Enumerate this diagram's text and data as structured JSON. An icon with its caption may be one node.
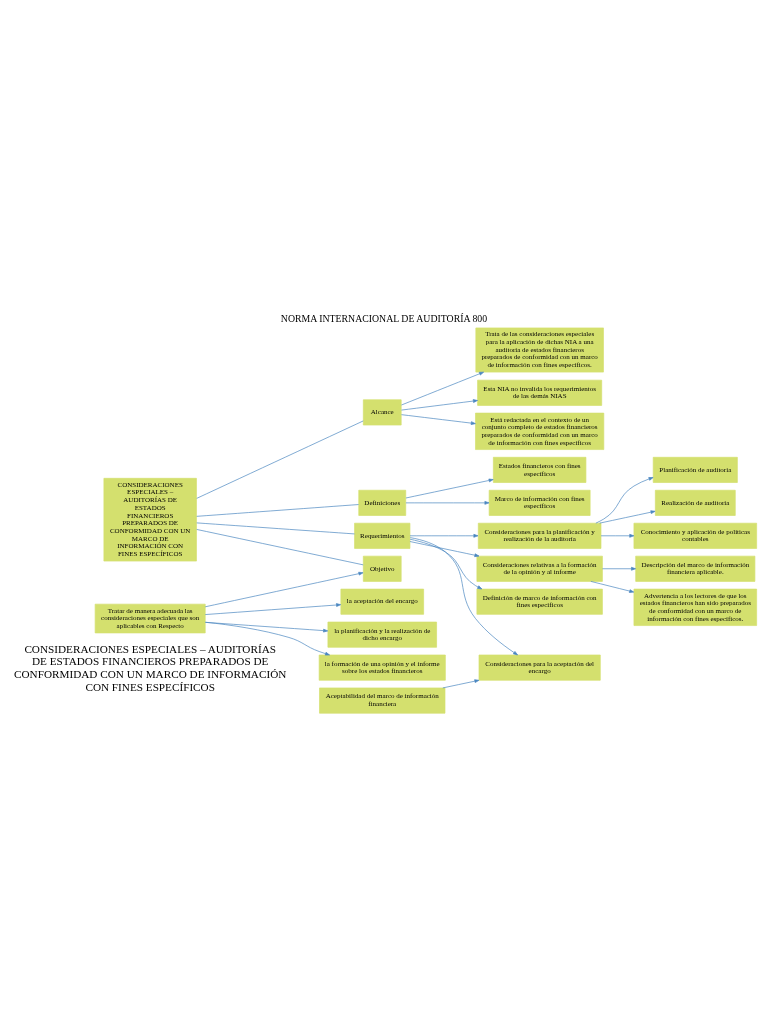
{
  "diagram": {
    "title": "NORMA INTERNACIONAL DE AUDITORÍA 800",
    "nodes": [
      {
        "text": [
          "CONSIDERACIONES ESPECIALES – AUDITORÍAS DE ESTADOS FINANCIEROS PREPARADOS DE CONFORMIDAD CON UN MARCO DE INFORMACIÓN CON FINES ESPECÍFICOS"
        ]
      },
      {
        "text": [
          "Alcance"
        ]
      },
      {
        "text": [
          "Trata de las consideraciones especiales para la aplicación de dichas NIA a una auditoría de estados financieros preparados de conformidad con un marco de información con fines específicos."
        ]
      },
      {
        "text": [
          "Esta NIA no invalida los requerimientos de las demás NIAS"
        ]
      },
      {
        "text": [
          "Está redactada en el contexto de un conjunto completo de estados financieros preparados de conformidad con un marco de información con fines específicos"
        ]
      },
      {
        "text": [
          "Objetivo"
        ]
      },
      {
        "text": [
          "Tratar de manera adecuada las consideraciones especiales que son aplicables con Respecto"
        ]
      },
      {
        "text": [
          "la aceptación del encargo"
        ]
      },
      {
        "text": [
          "la planificación y la realización de dicho encargo"
        ]
      },
      {
        "text": [
          "la formación de una opinión y el informe sobre los estados financieros"
        ]
      },
      {
        "text": [
          "Definiciones"
        ]
      },
      {
        "text": [
          "Estados financieros con fines específicos"
        ]
      },
      {
        "text": [
          "Marco de información con fines específicos"
        ]
      },
      {
        "text": [
          "Requerimientos"
        ]
      },
      {
        "text": [
          "Consideraciones para la aceptación del encargo"
        ]
      },
      {
        "text": [
          "Aceptabilidad del marco de información financiera"
        ]
      },
      {
        "text": [
          "Consideraciones para la planificación y realización de la auditoría"
        ]
      },
      {
        "text": [
          "Planificación de auditoría"
        ]
      },
      {
        "text": [
          "Realización de auditoría"
        ]
      },
      {
        "text": [
          "Conocimiento y aplicación de políticas contables"
        ]
      },
      {
        "text": [
          "Consideraciones relativas a la formación de la opinión y al informe"
        ]
      },
      {
        "text": [
          "Descripción del marco de información financiera aplicable."
        ]
      },
      {
        "text": [
          "Advertencia a los lectores de que los estados financieros han sido preparados de conformidad con un marco de información con fines específicos."
        ]
      },
      {
        "text": [
          "Definición de marco de información con fines específicos"
        ]
      }
    ],
    "edges": [
      {
        "from": 0,
        "to": 1,
        "arrow": "none"
      },
      {
        "from": 0,
        "to": 5,
        "arrow": "none"
      },
      {
        "from": 0,
        "to": 10,
        "arrow": "none"
      },
      {
        "from": 0,
        "to": 13,
        "arrow": "none"
      },
      {
        "from": 1,
        "to": 2,
        "arrow": "to"
      },
      {
        "from": 1,
        "to": 3,
        "arrow": "to"
      },
      {
        "from": 1,
        "to": 4,
        "arrow": "to"
      },
      {
        "from": 6,
        "to": 5,
        "arrow": "to"
      },
      {
        "from": 6,
        "to": 7,
        "arrow": "to"
      },
      {
        "from": 6,
        "to": 8,
        "arrow": "to"
      },
      {
        "from": 6,
        "to": 9,
        "arrow": "to"
      },
      {
        "from": 10,
        "to": 11,
        "arrow": "to"
      },
      {
        "from": 10,
        "to": 12,
        "arrow": "to"
      },
      {
        "from": 13,
        "to": 14,
        "arrow": "to"
      },
      {
        "from": 15,
        "to": 14,
        "arrow": "to"
      },
      {
        "from": 13,
        "to": 16,
        "arrow": "to"
      },
      {
        "from": 16,
        "to": 17,
        "arrow": "to"
      },
      {
        "from": 16,
        "to": 18,
        "arrow": "to"
      },
      {
        "from": 16,
        "to": 19,
        "arrow": "to"
      },
      {
        "from": 13,
        "to": 20,
        "arrow": "to"
      },
      {
        "from": 20,
        "to": 21,
        "arrow": "to"
      },
      {
        "from": 20,
        "to": 22,
        "arrow": "to"
      },
      {
        "from": 13,
        "to": 23,
        "arrow": "to"
      }
    ],
    "labels": [
      "CONSIDERACIONES ESPECIALES – AUDITORÍAS DE ESTADOS FINANCIEROS PREPARADOS DE CONFORMIDAD CON UN MARCO DE INFORMACIÓN CON FINES ESPECÍFICOS"
    ]
  }
}
